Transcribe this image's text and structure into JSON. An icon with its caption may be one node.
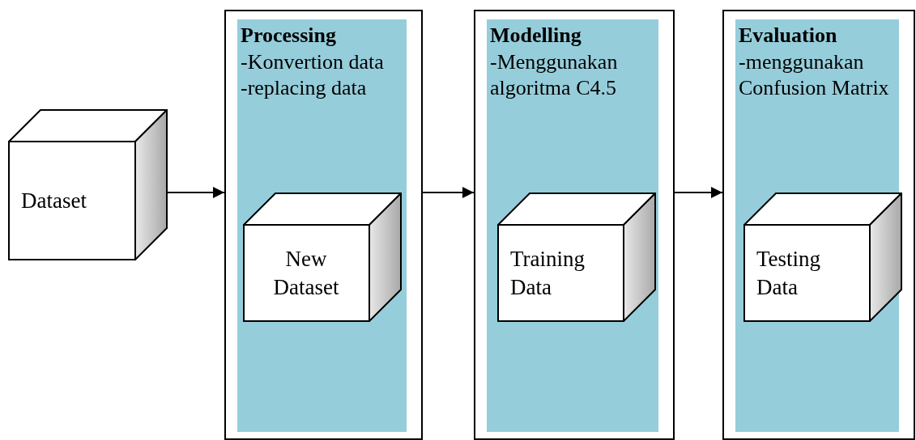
{
  "diagram": {
    "nodes": [
      {
        "text": [
          "Dataset"
        ]
      },
      {
        "text": [
          "Processing",
          "-Konvertion data",
          "-replacing data"
        ]
      },
      {
        "text": [
          "New Dataset"
        ],
        "in": 1
      },
      {
        "text": [
          "Modelling",
          "-Menggunakan algoritma C4.5"
        ]
      },
      {
        "text": [
          "Training Data"
        ],
        "in": 3
      },
      {
        "text": [
          "Evaluation",
          "-menggunakan Confusion Matrix"
        ]
      },
      {
        "text": [
          "Testing Data"
        ],
        "in": 5
      }
    ],
    "edges": [
      {
        "from": 0,
        "to": 1,
        "arrow": "to"
      },
      {
        "from": 1,
        "to": 3,
        "arrow": "to"
      },
      {
        "from": 3,
        "to": 5,
        "arrow": "to"
      }
    ]
  }
}
